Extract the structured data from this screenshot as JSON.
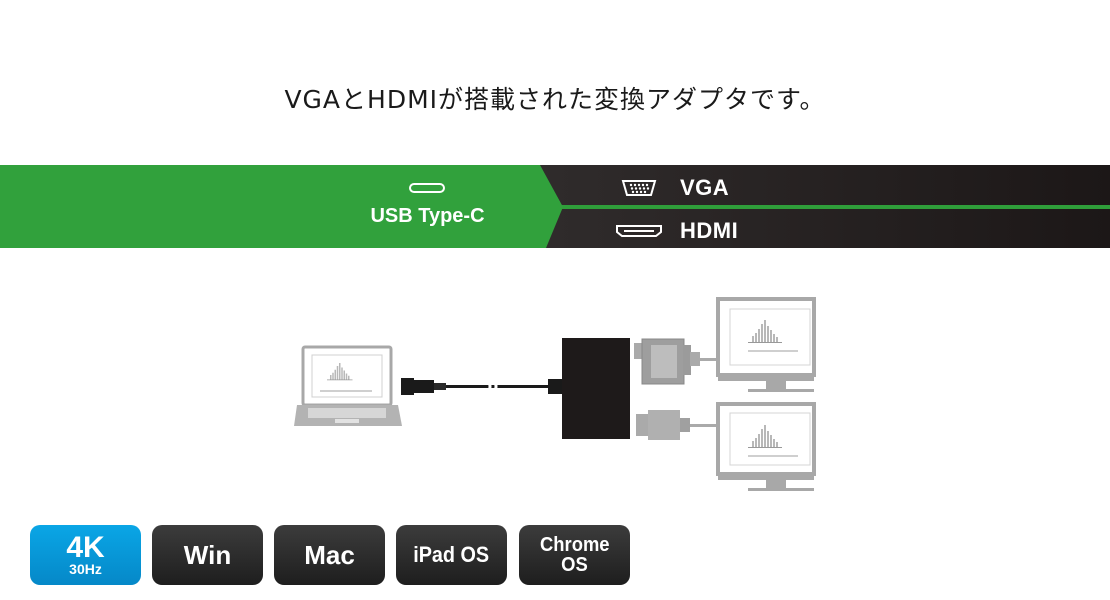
{
  "headline": "VGAとHDMIが搭載された変換アダプタです。",
  "banner": {
    "input_label": "USB Type-C",
    "input_icon": "usb-c-port-icon",
    "outputs": [
      {
        "label": "VGA",
        "icon": "vga-port-icon"
      },
      {
        "label": "HDMI",
        "icon": "hdmi-port-icon"
      }
    ],
    "colors": {
      "green": "#31a13c",
      "dark": "#2f2b2b"
    }
  },
  "illustration": {
    "items": [
      "laptop",
      "usb-c-cable",
      "adapter",
      "vga-cable",
      "hdmi-cable",
      "monitor-vga",
      "monitor-hdmi"
    ]
  },
  "badges": [
    {
      "main": "4K",
      "sub": "30Hz",
      "color": "#0aa6e6"
    },
    {
      "label": "Win"
    },
    {
      "label": "Mac"
    },
    {
      "label": "iPad OS"
    },
    {
      "label_line1": "Chrome",
      "label_line2": "OS"
    }
  ]
}
